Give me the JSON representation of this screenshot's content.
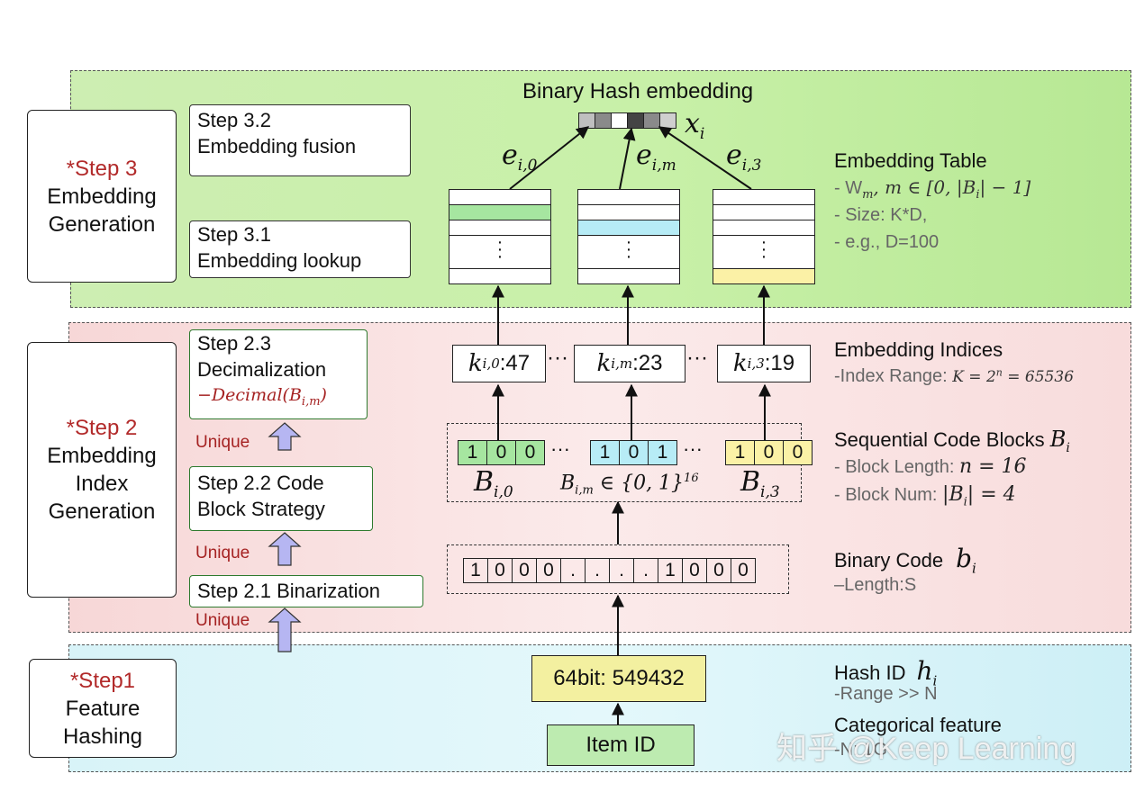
{
  "colors": {
    "band_step3": "#c8f0a8",
    "band_step2": "#fbeaea",
    "band_step1": "#e4f8fb",
    "step_red": "#b22a2a",
    "row_green": "#a6e6a0",
    "row_cyan": "#b7ecf6",
    "row_yellow": "#fbf1a6",
    "hash_yellow": "#f3f0a0",
    "item_green": "#bdebb0",
    "unique_arrow": "#b6b6f2"
  },
  "steps": {
    "step3": {
      "title": "*Step 3",
      "line1": "Embedding",
      "line2": "Generation"
    },
    "step2": {
      "title": "*Step 2",
      "line1": "Embedding",
      "line2": "Index",
      "line3": "Generation"
    },
    "step1": {
      "title": "*Step1",
      "line1": "Feature",
      "line2": "Hashing"
    }
  },
  "substeps": {
    "s32": {
      "line1": "Step 3.2",
      "line2": "Embedding fusion"
    },
    "s31": {
      "line1": "Step 3.1",
      "line2": "Embedding lookup"
    },
    "s23": {
      "line1": "Step 2.3",
      "line2": "Decimalization",
      "formula": "−Decimal(B",
      "formula_sub": "i,m",
      "formula_end": ")"
    },
    "s22": {
      "line1": "Step 2.2 Code",
      "line2": "Block Strategy"
    },
    "s21": {
      "line1": "Step 2.1 Binarization"
    }
  },
  "unique_label": "Unique",
  "top": {
    "title": "Binary Hash embedding",
    "xi": "x",
    "xi_sub": "i",
    "cells": [
      "#bfbfbf",
      "#8a8a8a",
      "#ffffff",
      "#444444",
      "#8a8a8a",
      "#cfcfcf"
    ]
  },
  "edges": {
    "e0": "e",
    "e0_sub": "i,0",
    "em": "e",
    "em_sub": "i,m",
    "e3": "e",
    "e3_sub": "i,3"
  },
  "right": {
    "emb_title": "Embedding Table",
    "emb_l1": "- W",
    "emb_l1_sub": "m",
    "emb_l1_rest": ", m ∈ [0, |B",
    "emb_l1_sub2": "i",
    "emb_l1_end": "| − 1]",
    "emb_l2": "- Size: K*D,",
    "emb_l3": "- e.g., D=100",
    "idx_title": "Embedding Indices",
    "idx_l1": "-Index Range: ",
    "idx_l1_math": "K = 2",
    "idx_l1_sup": "n",
    "idx_l1_end": " = 65536",
    "blk_title": "Sequential Code Blocks ",
    "blk_title_math": "B",
    "blk_title_sub": "i",
    "blk_l1": "- Block Length: ",
    "blk_l1_math": "n = 16",
    "blk_l2": "- Block Num: ",
    "blk_l2_math": "|B",
    "blk_l2_sub": "i",
    "blk_l2_end": "| = 4",
    "bin_title": "Binary Code",
    "bin_math": "b",
    "bin_sub": "i",
    "bin_l1": "–Length:S",
    "hash_title": "Hash ID",
    "hash_math": "h",
    "hash_sub": "i",
    "hash_l1": "-Range >> N",
    "cat_title": "Categorical feature",
    "cat_l1": "-N: 1G"
  },
  "indices": [
    {
      "k": "k",
      "sub": "i,0",
      "val": ":47"
    },
    {
      "k": "k",
      "sub": "i,m",
      "val": ":23"
    },
    {
      "k": "k",
      "sub": "i,3",
      "val": ":19"
    }
  ],
  "ellipsis": "···",
  "blocks": [
    {
      "bits": [
        "1",
        "0",
        "0"
      ],
      "color": "#a6e6a0",
      "label": "B",
      "label_sub": "i,0"
    },
    {
      "bits": [
        "1",
        "0",
        "1"
      ],
      "color": "#b7ecf6",
      "label": "B",
      "label_sub": "i,m",
      "label_rest": " ∈ {0, 1}",
      "label_sup": "16"
    },
    {
      "bits": [
        "1",
        "0",
        "0"
      ],
      "color": "#fbf1a6",
      "label": "B",
      "label_sub": "i,3"
    }
  ],
  "binary_code": [
    "1",
    "0",
    "0",
    "0",
    ".",
    ".",
    ".",
    ".",
    "1",
    "0",
    "0",
    "0"
  ],
  "hash_box": "64bit: 549432",
  "item_box": "Item ID",
  "watermark": "知乎 @Keep Learning"
}
